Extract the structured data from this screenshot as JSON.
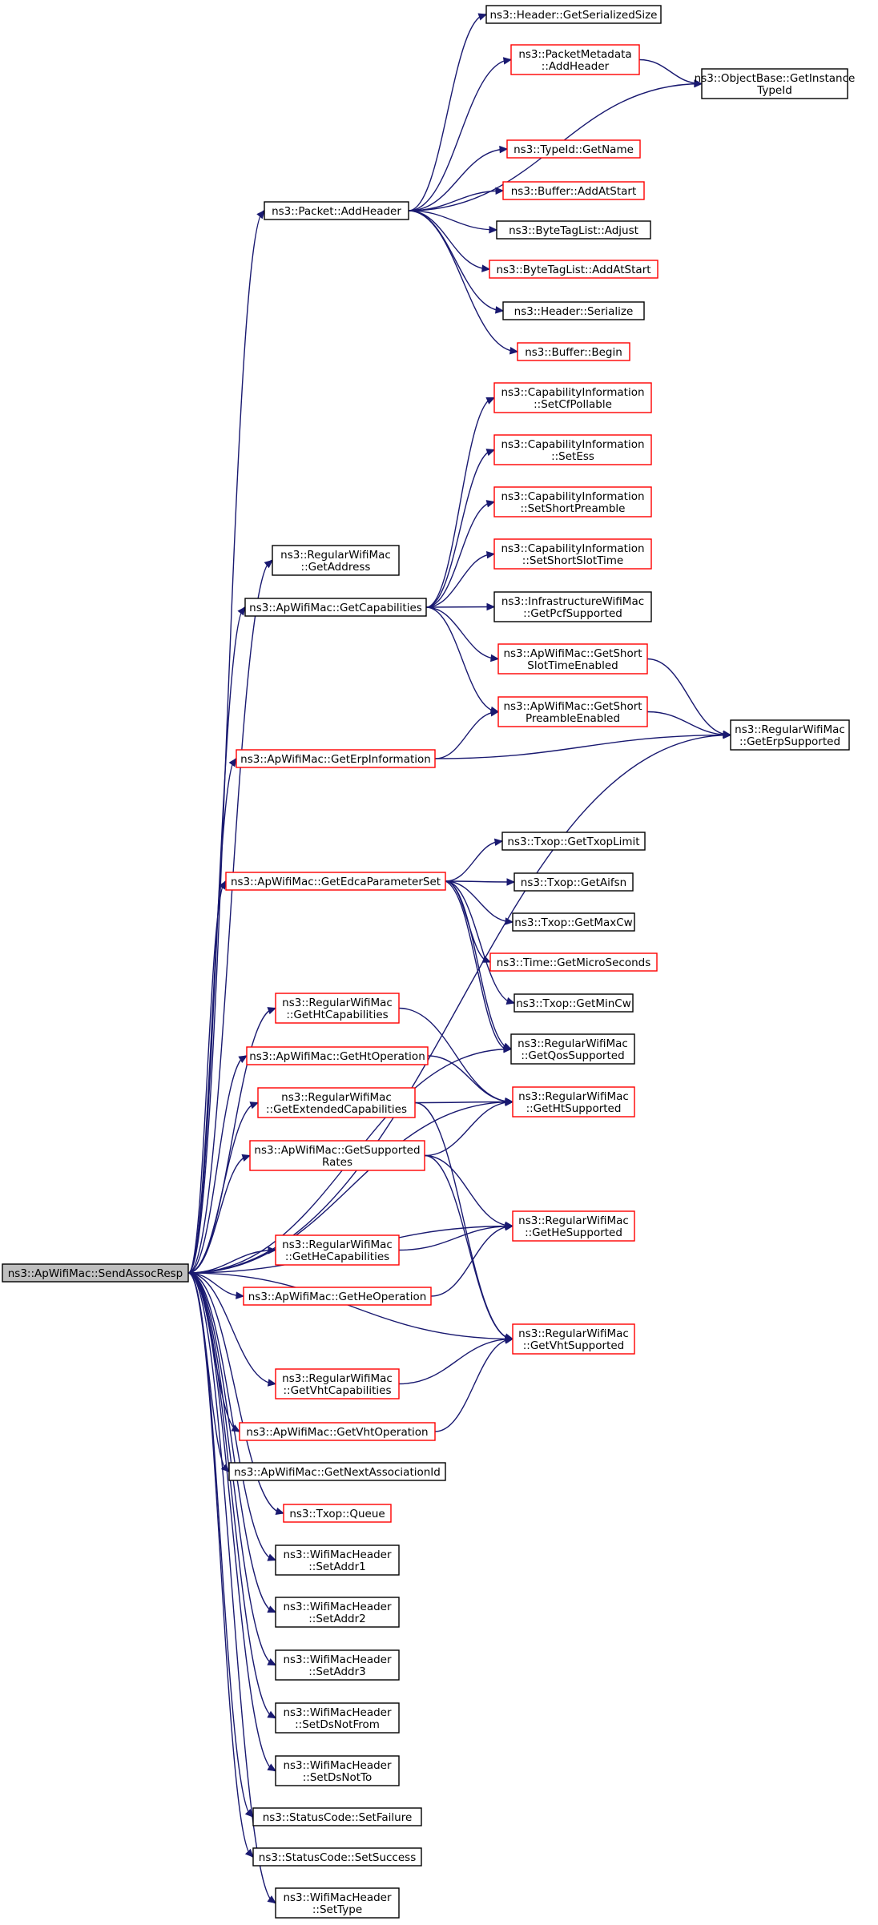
{
  "colors": {
    "root_fill": "#bfbfbf",
    "root_border": "#000000",
    "documented_border": "#000000",
    "undocumented_border": "#ff0000",
    "edge": "#191970"
  },
  "nodes": [
    {
      "id": "send_assoc_resp",
      "lines": [
        "ns3::ApWifiMac::SendAssocResp"
      ],
      "style": "root"
    },
    {
      "id": "packet_add_header",
      "lines": [
        "ns3::Packet::AddHeader"
      ],
      "style": "black"
    },
    {
      "id": "header_get_serialized_size",
      "lines": [
        "ns3::Header::GetSerializedSize"
      ],
      "style": "black"
    },
    {
      "id": "packet_metadata_add_header",
      "lines": [
        "ns3::PacketMetadata",
        "::AddHeader"
      ],
      "style": "red"
    },
    {
      "id": "object_base_get_instance_typeid",
      "lines": [
        "ns3::ObjectBase::GetInstance",
        "TypeId"
      ],
      "style": "black"
    },
    {
      "id": "typeid_get_name",
      "lines": [
        "ns3::TypeId::GetName"
      ],
      "style": "red"
    },
    {
      "id": "buffer_add_at_start",
      "lines": [
        "ns3::Buffer::AddAtStart"
      ],
      "style": "red"
    },
    {
      "id": "byte_tag_list_adjust",
      "lines": [
        "ns3::ByteTagList::Adjust"
      ],
      "style": "black"
    },
    {
      "id": "byte_tag_list_add_at_start",
      "lines": [
        "ns3::ByteTagList::AddAtStart"
      ],
      "style": "red"
    },
    {
      "id": "header_serialize",
      "lines": [
        "ns3::Header::Serialize"
      ],
      "style": "black"
    },
    {
      "id": "buffer_begin",
      "lines": [
        "ns3::Buffer::Begin"
      ],
      "style": "red"
    },
    {
      "id": "regular_get_address",
      "lines": [
        "ns3::RegularWifiMac",
        "::GetAddress"
      ],
      "style": "black"
    },
    {
      "id": "ap_get_capabilities",
      "lines": [
        "ns3::ApWifiMac::GetCapabilities"
      ],
      "style": "black"
    },
    {
      "id": "cap_set_cf_pollable",
      "lines": [
        "ns3::CapabilityInformation",
        "::SetCfPollable"
      ],
      "style": "red"
    },
    {
      "id": "cap_set_ess",
      "lines": [
        "ns3::CapabilityInformation",
        "::SetEss"
      ],
      "style": "red"
    },
    {
      "id": "cap_set_short_preamble",
      "lines": [
        "ns3::CapabilityInformation",
        "::SetShortPreamble"
      ],
      "style": "red"
    },
    {
      "id": "cap_set_short_slot_time",
      "lines": [
        "ns3::CapabilityInformation",
        "::SetShortSlotTime"
      ],
      "style": "red"
    },
    {
      "id": "infra_get_pcf_supported",
      "lines": [
        "ns3::InfrastructureWifiMac",
        "::GetPcfSupported"
      ],
      "style": "black"
    },
    {
      "id": "ap_get_short_slot_time_enabled",
      "lines": [
        "ns3::ApWifiMac::GetShort",
        "SlotTimeEnabled"
      ],
      "style": "red"
    },
    {
      "id": "ap_get_short_preamble_enabled",
      "lines": [
        "ns3::ApWifiMac::GetShort",
        "PreambleEnabled"
      ],
      "style": "red"
    },
    {
      "id": "regular_get_erp_supported",
      "lines": [
        "ns3::RegularWifiMac",
        "::GetErpSupported"
      ],
      "style": "black"
    },
    {
      "id": "ap_get_erp_information",
      "lines": [
        "ns3::ApWifiMac::GetErpInformation"
      ],
      "style": "red"
    },
    {
      "id": "ap_get_edca_parameter_set",
      "lines": [
        "ns3::ApWifiMac::GetEdcaParameterSet"
      ],
      "style": "red"
    },
    {
      "id": "txop_get_txop_limit",
      "lines": [
        "ns3::Txop::GetTxopLimit"
      ],
      "style": "black"
    },
    {
      "id": "txop_get_aifsn",
      "lines": [
        "ns3::Txop::GetAifsn"
      ],
      "style": "black"
    },
    {
      "id": "txop_get_max_cw",
      "lines": [
        "ns3::Txop::GetMaxCw"
      ],
      "style": "black"
    },
    {
      "id": "time_get_micro_seconds",
      "lines": [
        "ns3::Time::GetMicroSeconds"
      ],
      "style": "red"
    },
    {
      "id": "txop_get_min_cw",
      "lines": [
        "ns3::Txop::GetMinCw"
      ],
      "style": "black"
    },
    {
      "id": "regular_get_qos_supported",
      "lines": [
        "ns3::RegularWifiMac",
        "::GetQosSupported"
      ],
      "style": "black"
    },
    {
      "id": "regular_get_ht_capabilities",
      "lines": [
        "ns3::RegularWifiMac",
        "::GetHtCapabilities"
      ],
      "style": "red"
    },
    {
      "id": "ap_get_ht_operation",
      "lines": [
        "ns3::ApWifiMac::GetHtOperation"
      ],
      "style": "red"
    },
    {
      "id": "regular_get_extended_capabilities",
      "lines": [
        "ns3::RegularWifiMac",
        "::GetExtendedCapabilities"
      ],
      "style": "red"
    },
    {
      "id": "regular_get_ht_supported",
      "lines": [
        "ns3::RegularWifiMac",
        "::GetHtSupported"
      ],
      "style": "red"
    },
    {
      "id": "ap_get_supported_rates",
      "lines": [
        "ns3::ApWifiMac::GetSupported",
        "Rates"
      ],
      "style": "red"
    },
    {
      "id": "regular_get_he_supported",
      "lines": [
        "ns3::RegularWifiMac",
        "::GetHeSupported"
      ],
      "style": "red"
    },
    {
      "id": "regular_get_he_capabilities",
      "lines": [
        "ns3::RegularWifiMac",
        "::GetHeCapabilities"
      ],
      "style": "red"
    },
    {
      "id": "ap_get_he_operation",
      "lines": [
        "ns3::ApWifiMac::GetHeOperation"
      ],
      "style": "red"
    },
    {
      "id": "regular_get_vht_supported",
      "lines": [
        "ns3::RegularWifiMac",
        "::GetVhtSupported"
      ],
      "style": "red"
    },
    {
      "id": "regular_get_vht_capabilities",
      "lines": [
        "ns3::RegularWifiMac",
        "::GetVhtCapabilities"
      ],
      "style": "red"
    },
    {
      "id": "ap_get_vht_operation",
      "lines": [
        "ns3::ApWifiMac::GetVhtOperation"
      ],
      "style": "red"
    },
    {
      "id": "ap_get_next_association_id",
      "lines": [
        "ns3::ApWifiMac::GetNextAssociationId"
      ],
      "style": "black"
    },
    {
      "id": "txop_queue",
      "lines": [
        "ns3::Txop::Queue"
      ],
      "style": "red"
    },
    {
      "id": "hdr_set_addr1",
      "lines": [
        "ns3::WifiMacHeader",
        "::SetAddr1"
      ],
      "style": "black"
    },
    {
      "id": "hdr_set_addr2",
      "lines": [
        "ns3::WifiMacHeader",
        "::SetAddr2"
      ],
      "style": "black"
    },
    {
      "id": "hdr_set_addr3",
      "lines": [
        "ns3::WifiMacHeader",
        "::SetAddr3"
      ],
      "style": "black"
    },
    {
      "id": "hdr_set_ds_not_from",
      "lines": [
        "ns3::WifiMacHeader",
        "::SetDsNotFrom"
      ],
      "style": "black"
    },
    {
      "id": "hdr_set_ds_not_to",
      "lines": [
        "ns3::WifiMacHeader",
        "::SetDsNotTo"
      ],
      "style": "black"
    },
    {
      "id": "status_set_failure",
      "lines": [
        "ns3::StatusCode::SetFailure"
      ],
      "style": "black"
    },
    {
      "id": "status_set_success",
      "lines": [
        "ns3::StatusCode::SetSuccess"
      ],
      "style": "black"
    },
    {
      "id": "hdr_set_type",
      "lines": [
        "ns3::WifiMacHeader",
        "::SetType"
      ],
      "style": "black"
    }
  ],
  "edges": [
    [
      "send_assoc_resp",
      "packet_add_header"
    ],
    [
      "packet_add_header",
      "header_get_serialized_size"
    ],
    [
      "packet_add_header",
      "packet_metadata_add_header"
    ],
    [
      "packet_add_header",
      "object_base_get_instance_typeid"
    ],
    [
      "packet_metadata_add_header",
      "object_base_get_instance_typeid"
    ],
    [
      "packet_add_header",
      "typeid_get_name"
    ],
    [
      "packet_add_header",
      "buffer_add_at_start"
    ],
    [
      "packet_add_header",
      "byte_tag_list_adjust"
    ],
    [
      "packet_add_header",
      "byte_tag_list_add_at_start"
    ],
    [
      "packet_add_header",
      "header_serialize"
    ],
    [
      "packet_add_header",
      "buffer_begin"
    ],
    [
      "send_assoc_resp",
      "regular_get_address"
    ],
    [
      "send_assoc_resp",
      "ap_get_capabilities"
    ],
    [
      "ap_get_capabilities",
      "cap_set_cf_pollable"
    ],
    [
      "ap_get_capabilities",
      "cap_set_ess"
    ],
    [
      "ap_get_capabilities",
      "cap_set_short_preamble"
    ],
    [
      "ap_get_capabilities",
      "cap_set_short_slot_time"
    ],
    [
      "ap_get_capabilities",
      "infra_get_pcf_supported"
    ],
    [
      "ap_get_capabilities",
      "ap_get_short_slot_time_enabled"
    ],
    [
      "ap_get_capabilities",
      "ap_get_short_preamble_enabled"
    ],
    [
      "ap_get_short_slot_time_enabled",
      "regular_get_erp_supported"
    ],
    [
      "ap_get_short_preamble_enabled",
      "regular_get_erp_supported"
    ],
    [
      "send_assoc_resp",
      "ap_get_erp_information"
    ],
    [
      "ap_get_erp_information",
      "ap_get_short_preamble_enabled"
    ],
    [
      "ap_get_erp_information",
      "regular_get_erp_supported"
    ],
    [
      "send_assoc_resp",
      "regular_get_erp_supported"
    ],
    [
      "send_assoc_resp",
      "ap_get_edca_parameter_set"
    ],
    [
      "ap_get_edca_parameter_set",
      "txop_get_txop_limit"
    ],
    [
      "ap_get_edca_parameter_set",
      "txop_get_aifsn"
    ],
    [
      "ap_get_edca_parameter_set",
      "txop_get_max_cw"
    ],
    [
      "ap_get_edca_parameter_set",
      "time_get_micro_seconds"
    ],
    [
      "ap_get_edca_parameter_set",
      "txop_get_min_cw"
    ],
    [
      "ap_get_edca_parameter_set",
      "regular_get_qos_supported"
    ],
    [
      "ap_get_edca_parameter_set",
      "regular_get_qos_supported"
    ],
    [
      "send_assoc_resp",
      "regular_get_qos_supported"
    ],
    [
      "send_assoc_resp",
      "regular_get_ht_capabilities"
    ],
    [
      "regular_get_ht_capabilities",
      "regular_get_ht_supported"
    ],
    [
      "send_assoc_resp",
      "ap_get_ht_operation"
    ],
    [
      "ap_get_ht_operation",
      "regular_get_ht_supported"
    ],
    [
      "send_assoc_resp",
      "regular_get_extended_capabilities"
    ],
    [
      "regular_get_extended_capabilities",
      "regular_get_ht_supported"
    ],
    [
      "regular_get_extended_capabilities",
      "regular_get_vht_supported"
    ],
    [
      "send_assoc_resp",
      "regular_get_ht_supported"
    ],
    [
      "send_assoc_resp",
      "ap_get_supported_rates"
    ],
    [
      "ap_get_supported_rates",
      "regular_get_ht_supported"
    ],
    [
      "ap_get_supported_rates",
      "regular_get_he_supported"
    ],
    [
      "ap_get_supported_rates",
      "regular_get_vht_supported"
    ],
    [
      "send_assoc_resp",
      "regular_get_he_supported"
    ],
    [
      "send_assoc_resp",
      "regular_get_he_capabilities"
    ],
    [
      "regular_get_he_capabilities",
      "regular_get_he_supported"
    ],
    [
      "send_assoc_resp",
      "ap_get_he_operation"
    ],
    [
      "ap_get_he_operation",
      "regular_get_he_supported"
    ],
    [
      "send_assoc_resp",
      "regular_get_vht_supported"
    ],
    [
      "send_assoc_resp",
      "regular_get_vht_capabilities"
    ],
    [
      "regular_get_vht_capabilities",
      "regular_get_vht_supported"
    ],
    [
      "send_assoc_resp",
      "ap_get_vht_operation"
    ],
    [
      "ap_get_vht_operation",
      "regular_get_vht_supported"
    ],
    [
      "send_assoc_resp",
      "ap_get_next_association_id"
    ],
    [
      "send_assoc_resp",
      "txop_queue"
    ],
    [
      "send_assoc_resp",
      "hdr_set_addr1"
    ],
    [
      "send_assoc_resp",
      "hdr_set_addr2"
    ],
    [
      "send_assoc_resp",
      "hdr_set_addr3"
    ],
    [
      "send_assoc_resp",
      "hdr_set_ds_not_from"
    ],
    [
      "send_assoc_resp",
      "hdr_set_ds_not_to"
    ],
    [
      "send_assoc_resp",
      "status_set_failure"
    ],
    [
      "send_assoc_resp",
      "status_set_success"
    ],
    [
      "send_assoc_resp",
      "hdr_set_type"
    ]
  ]
}
